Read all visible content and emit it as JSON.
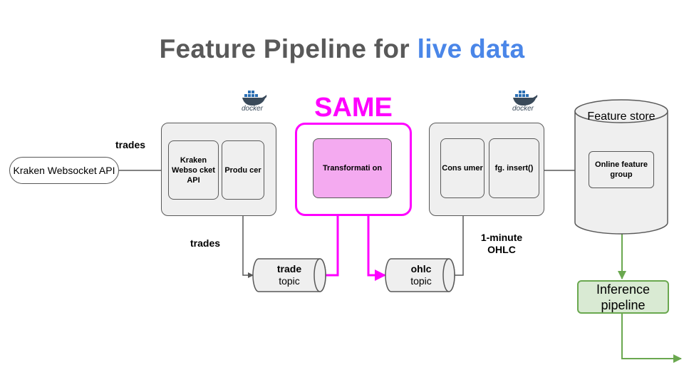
{
  "title": {
    "main": "Feature Pipeline for",
    "highlight": "live data"
  },
  "colors": {
    "highlight": "#4a86e8",
    "same": "#ff00ff",
    "inference": "#6aa84f",
    "box": "#efefef",
    "line": "#595959"
  },
  "source": {
    "label": "Kraken Websocket API"
  },
  "edges": {
    "trades_in": "trades",
    "trades_down": "trades",
    "ohlc_up": "1-minute OHLC"
  },
  "docker_label": "docker",
  "producer_service": {
    "kraken_ws": "Kraken Webso cket API",
    "producer": "Produ cer"
  },
  "transformation_service": {
    "same_label": "SAME",
    "transformation": "Transformati on"
  },
  "consumer_service": {
    "consumer": "Cons umer",
    "fg_insert": "fg. insert()"
  },
  "topics": {
    "trade": {
      "name": "trade",
      "suffix": "topic"
    },
    "ohlc": {
      "name": "ohlc",
      "suffix": "topic"
    }
  },
  "feature_store": {
    "title": "Feature store",
    "online_group": "Online feature group"
  },
  "inference": {
    "label": "Inference pipeline"
  }
}
